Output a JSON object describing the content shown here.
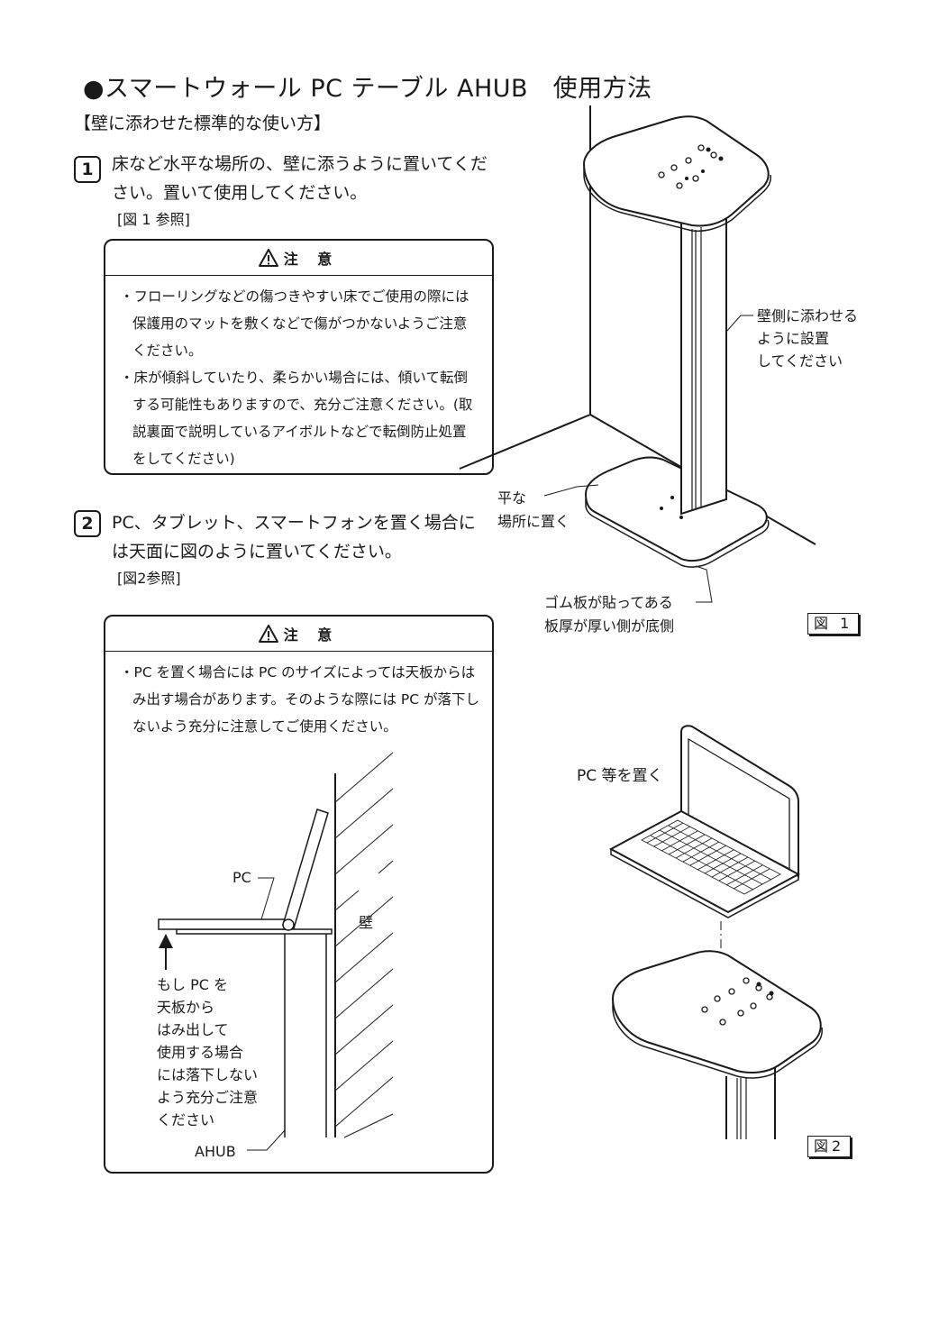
{
  "title": "●スマートウォール PC テーブル AHUB　使用方法",
  "subtitle": "【壁に添わせた標準的な使い方】",
  "step1": {
    "number": "1",
    "text": "床など水平な場所の、壁に添うように置いてください。置いて使用してください。",
    "ref": "[図 1 参照]"
  },
  "caution1": {
    "heading": "注 意",
    "items": [
      "・フローリングなどの傷つきやすい床でご使用の際には保護用のマットを敷くなどで傷がつかないようご注意ください。",
      "・床が傾斜していたり、柔らかい場合には、傾いて転倒する可能性もありますので、充分ご注意ください。(取説裏面で説明しているアイボルトなどで転倒防止処置をしてください)"
    ]
  },
  "step2": {
    "number": "2",
    "text": "PC、タブレット、スマートフォンを置く場合には天面に図のように置いてください。",
    "ref": "[図2参照]"
  },
  "caution2": {
    "heading": "注 意",
    "items": [
      "・PC を置く場合には PC のサイズによっては天板からはみ出す場合があります。そのような際には PC が落下しないよう充分に注意してご使用ください。"
    ]
  },
  "side_diagram": {
    "pc_label": "PC",
    "wall_label": "壁",
    "warning_lines": [
      "もし PC を",
      "天板から",
      "はみ出して",
      "使用する場合",
      "には落下しない",
      "よう充分ご注意",
      "ください"
    ],
    "ahub_label": "AHUB"
  },
  "figure1": {
    "wall_side_lines": [
      "壁側に添わせる",
      "ように設置",
      "してください"
    ],
    "flat_lines": [
      "平な",
      "場所に置く"
    ],
    "rubber_lines": [
      "ゴム板が貼ってある",
      "板厚が厚い側が底側"
    ],
    "label": "図 1"
  },
  "figure2": {
    "pc_place_label": "PC 等を置く",
    "label": "図2"
  },
  "icons": {
    "warning": "warning-triangle-icon"
  }
}
